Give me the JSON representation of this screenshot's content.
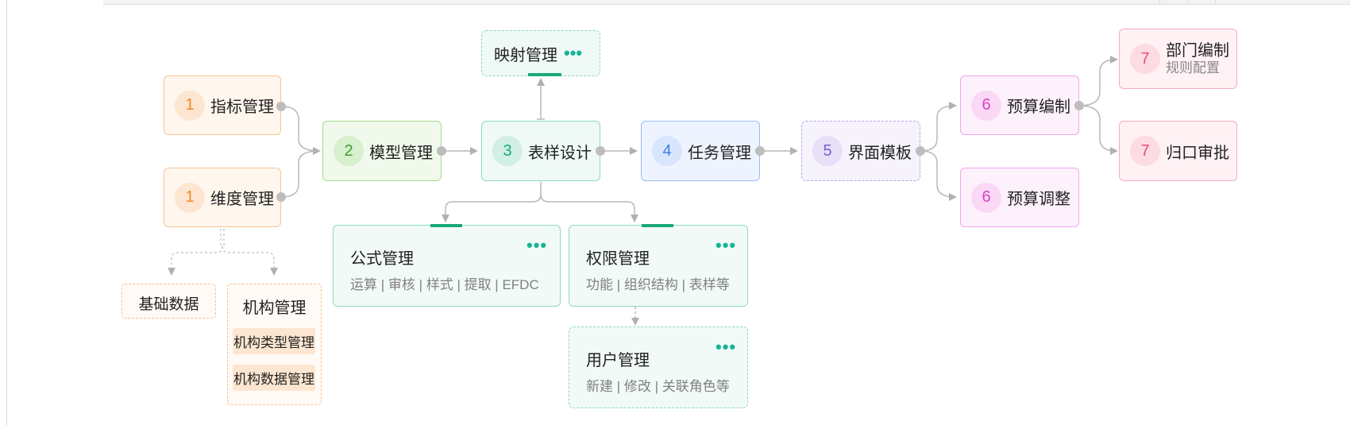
{
  "nodes": {
    "indicator": {
      "num": "1",
      "label": "指标管理"
    },
    "dimension": {
      "num": "1",
      "label": "维度管理"
    },
    "model": {
      "num": "2",
      "label": "模型管理"
    },
    "table_design": {
      "num": "3",
      "label": "表样设计"
    },
    "task": {
      "num": "4",
      "label": "任务管理"
    },
    "ui_template": {
      "num": "5",
      "label": "界面模板"
    },
    "budget_compile": {
      "num": "6",
      "label": "预算编制"
    },
    "budget_adjust": {
      "num": "6",
      "label": "预算调整"
    },
    "dept_compile": {
      "num": "7",
      "label": "部门编制",
      "sub": "规则配置"
    },
    "centralized_approval": {
      "num": "7",
      "label": "归口审批"
    }
  },
  "mapping": {
    "label": "映射管理",
    "more": "•••"
  },
  "cards": {
    "formula": {
      "title": "公式管理",
      "sub": "运算 | 审核 | 样式 | 提取 | EFDC",
      "more": "•••"
    },
    "permission": {
      "title": "权限管理",
      "sub": "功能 | 组织结构 | 表样等",
      "more": "•••"
    },
    "user": {
      "title": "用户管理",
      "sub": "新建 | 修改 | 关联角色等",
      "more": "•••"
    }
  },
  "base_data": {
    "label": "基础数据"
  },
  "org": {
    "title": "机构管理",
    "items": [
      "机构类型管理",
      "机构数据管理"
    ]
  }
}
